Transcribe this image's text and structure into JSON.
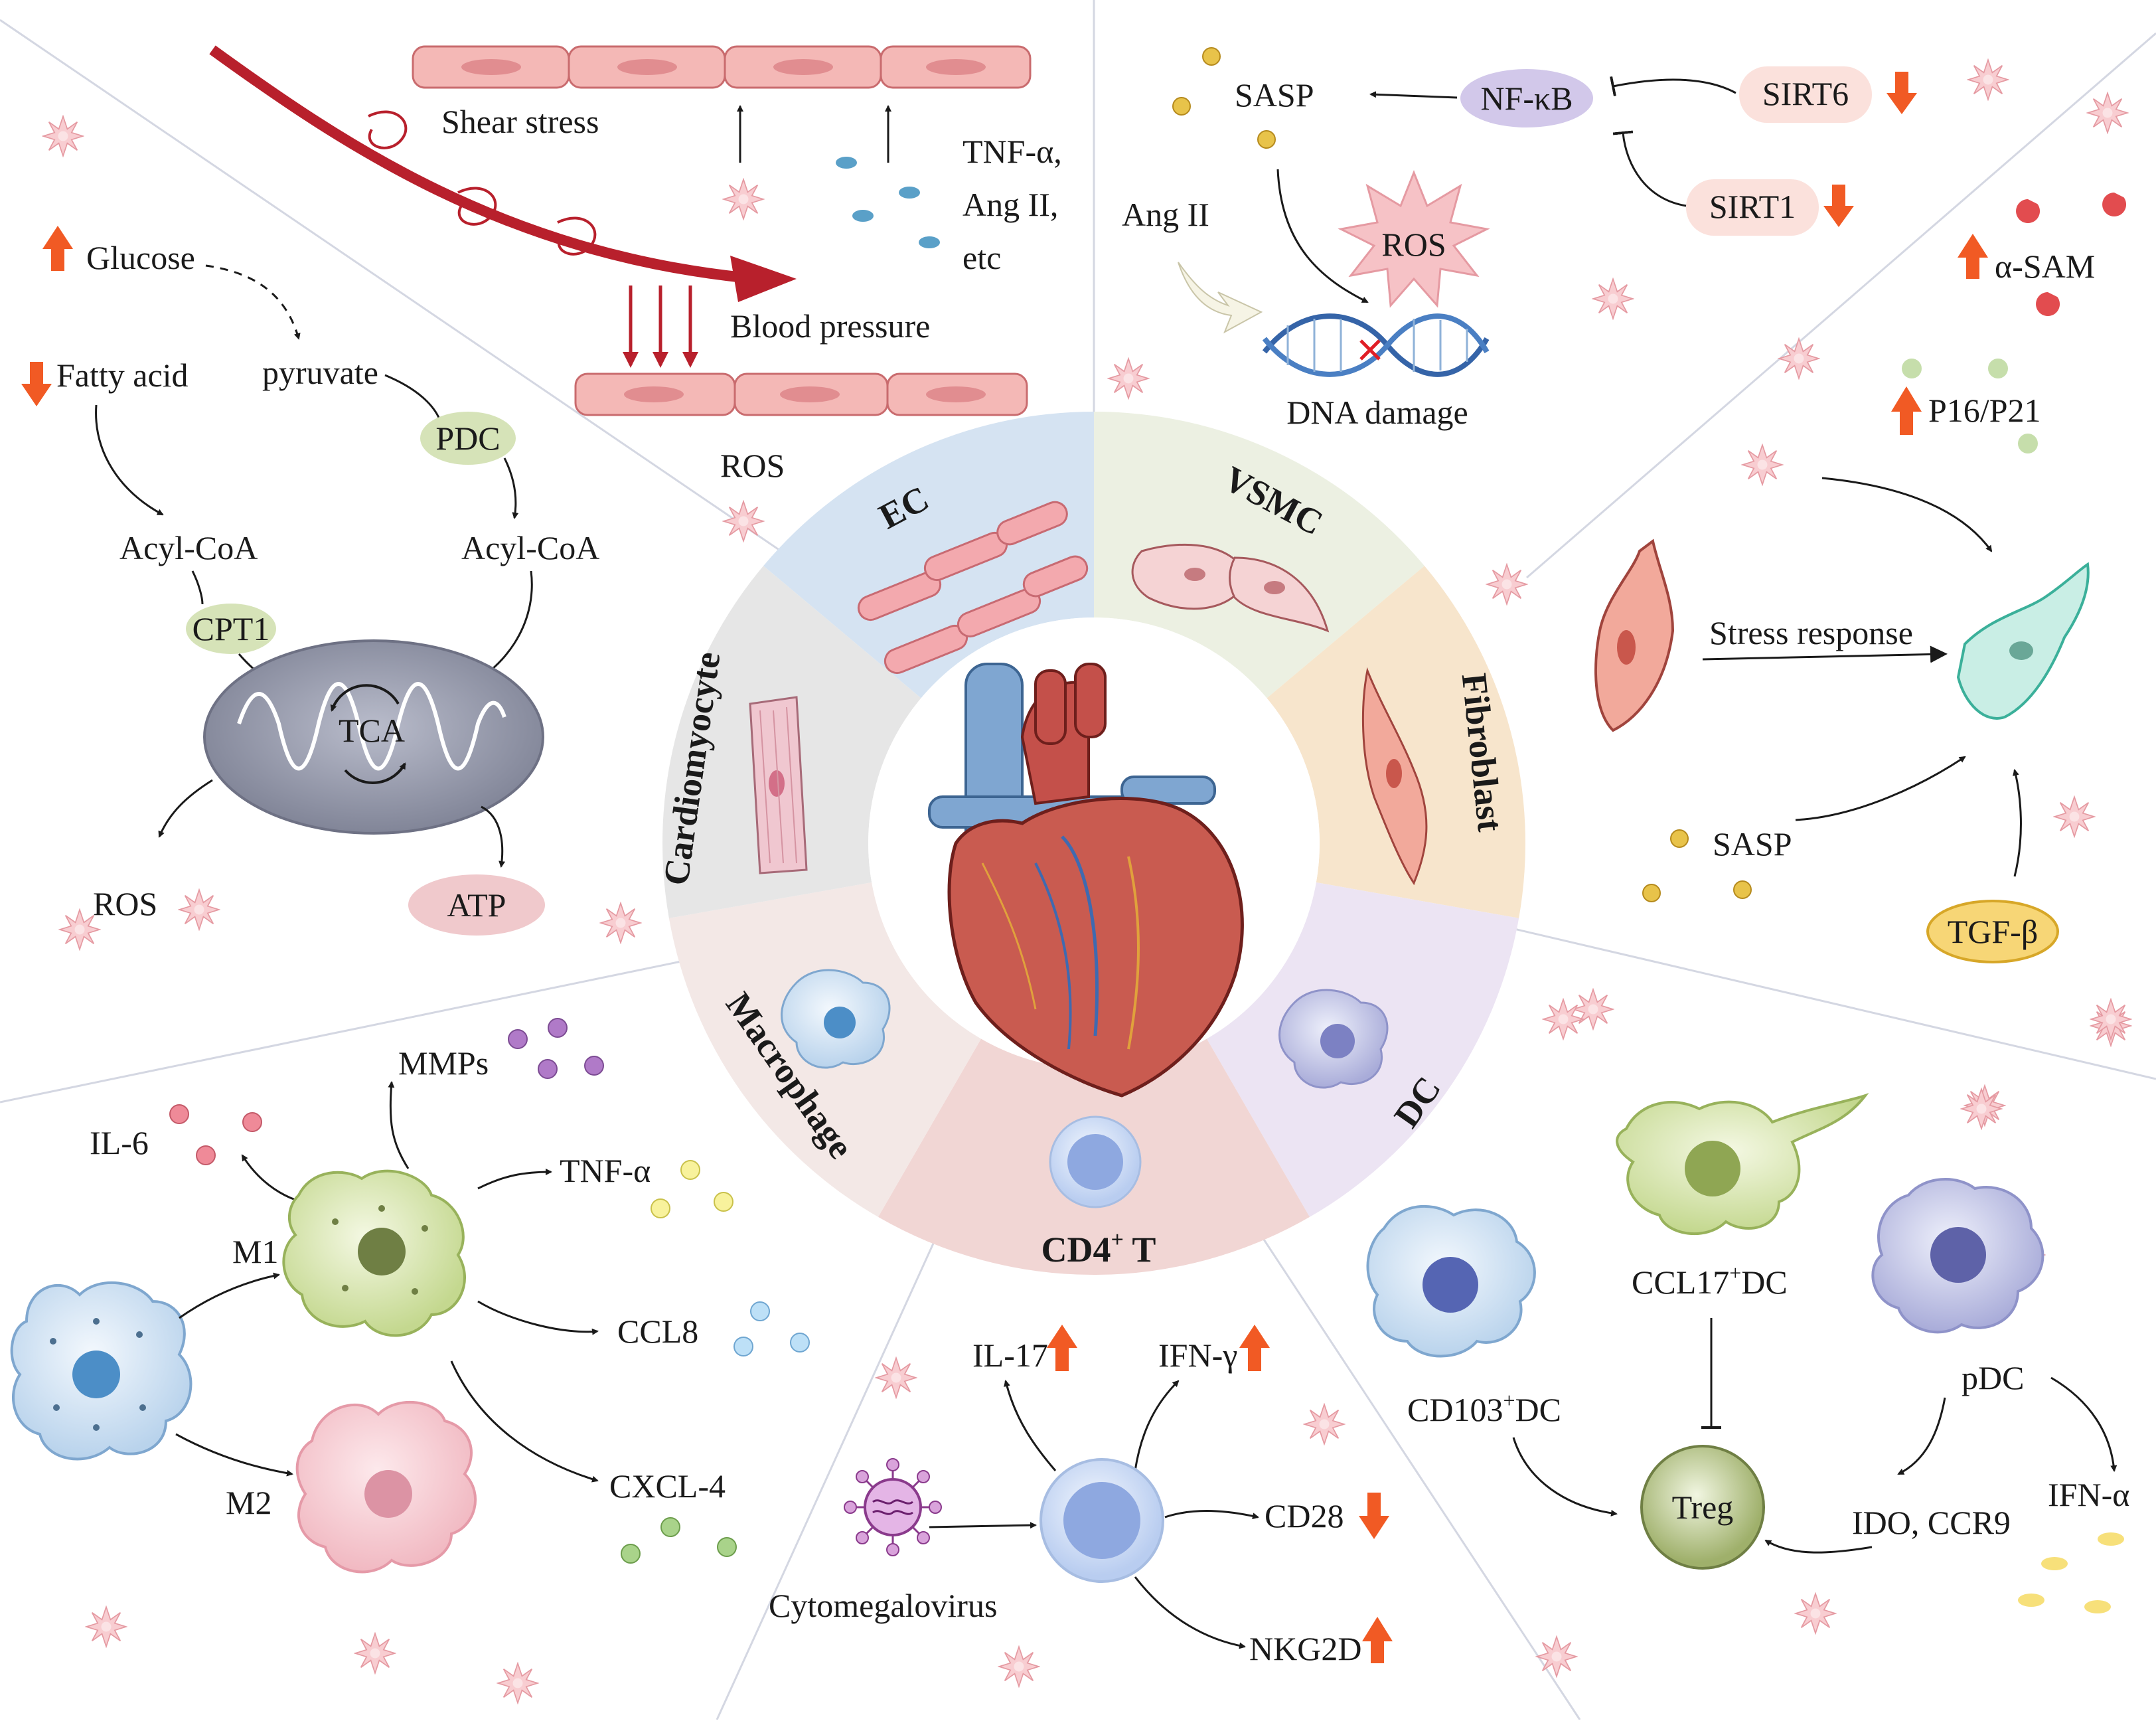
{
  "colors": {
    "ros_star": "#f6c3c7",
    "ros_star_edge": "#e8a3a9",
    "red_arrow": "#f15a24",
    "vessel": "#b8202c",
    "ec_sector": "#d5e3f2",
    "vsmc_sector": "#ecf0e2",
    "fibroblast_sector": "#f7e5cc",
    "dc_sector": "#ece4f3",
    "cd4_sector": "#f1d6d4",
    "macrophage_sector": "#f3e8e6",
    "cardiomyocyte_sector": "#e6e6e6"
  },
  "wheel": {
    "ec": "EC",
    "vsmc": "VSMC",
    "fibroblast": "Fibroblast",
    "dc": "DC",
    "cd4t": "CD4",
    "cd4t_sup": "+",
    "cd4t_suffix": " T",
    "macrophage": "Macrophage",
    "cardiomyocyte": "Cardiomyocyte"
  },
  "ec_panel": {
    "shear_stress": "Shear stress",
    "blood_pressure": "Blood pressure",
    "tnf_line1": "TNF-α,",
    "tnf_line2": "Ang II,",
    "tnf_line3": "etc",
    "ros": "ROS"
  },
  "vsmc_panel": {
    "sasp": "SASP",
    "nfkb": "NF-κB",
    "sirt6": "SIRT6",
    "sirt1": "SIRT1",
    "ang2": "Ang II",
    "ros": "ROS",
    "dna_damage": "DNA damage"
  },
  "fibroblast_panel": {
    "alpha_sam": "α-SAM",
    "p16p21": "P16/P21",
    "stress_response": "Stress response",
    "sasp": "SASP",
    "tgfb": "TGF-β"
  },
  "cardio_panel": {
    "glucose": "Glucose",
    "fatty_acid": "Fatty acid",
    "pyruvate": "pyruvate",
    "pdc": "PDC",
    "acyl_coa_left": "Acyl-CoA",
    "acyl_coa_right": "Acyl-CoA",
    "cpt1": "CPT1",
    "tca": "TCA",
    "ros": "ROS",
    "atp": "ATP"
  },
  "macrophage_panel": {
    "mmps": "MMPs",
    "il6": "IL-6",
    "tnfa": "TNF-α",
    "m1": "M1",
    "ccl8": "CCL8",
    "m2": "M2",
    "cxcl4": "CXCL-4"
  },
  "cd4_panel": {
    "il17": "IL-17",
    "ifng": "IFN-γ",
    "cd28": "CD28",
    "nkg2d": "NKG2D",
    "cmv": "Cytomegalovirus"
  },
  "dc_panel": {
    "ccl17dc_a": "CCL17",
    "ccl17dc_sup": "+",
    "ccl17dc_b": "DC",
    "cd103dc_a": "CD103",
    "cd103dc_sup": "+",
    "cd103dc_b": "DC",
    "pdc": "pDC",
    "treg": "Treg",
    "ido_ccr9": "IDO, CCR9",
    "ifna": "IFN-α"
  }
}
